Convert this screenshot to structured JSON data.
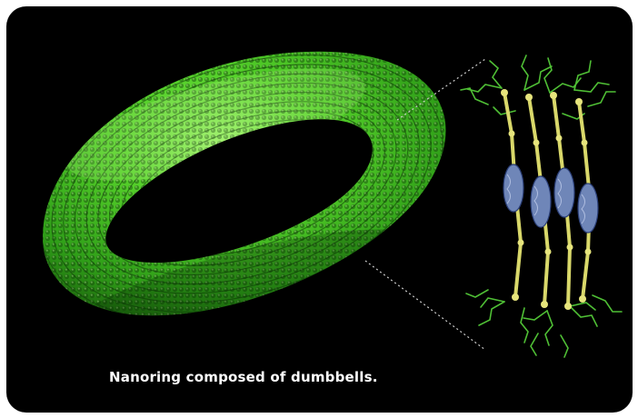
{
  "caption": "Nanoring composed of dumbbells.",
  "colors": {
    "background": "#000000",
    "frame": "#ffffff",
    "ring": "#3fc21e",
    "ring_highlight": "#8dea55",
    "dumbbell_rod": "#d9d86a",
    "dumbbell_core": "#6f86b8",
    "side_chains": "#4fbf35",
    "caption_text": "#ffffff"
  },
  "illustration": {
    "main": "green toroidal nanoring built from rows of beads",
    "detail": "zoomed view of stacked dumbbell molecules"
  }
}
